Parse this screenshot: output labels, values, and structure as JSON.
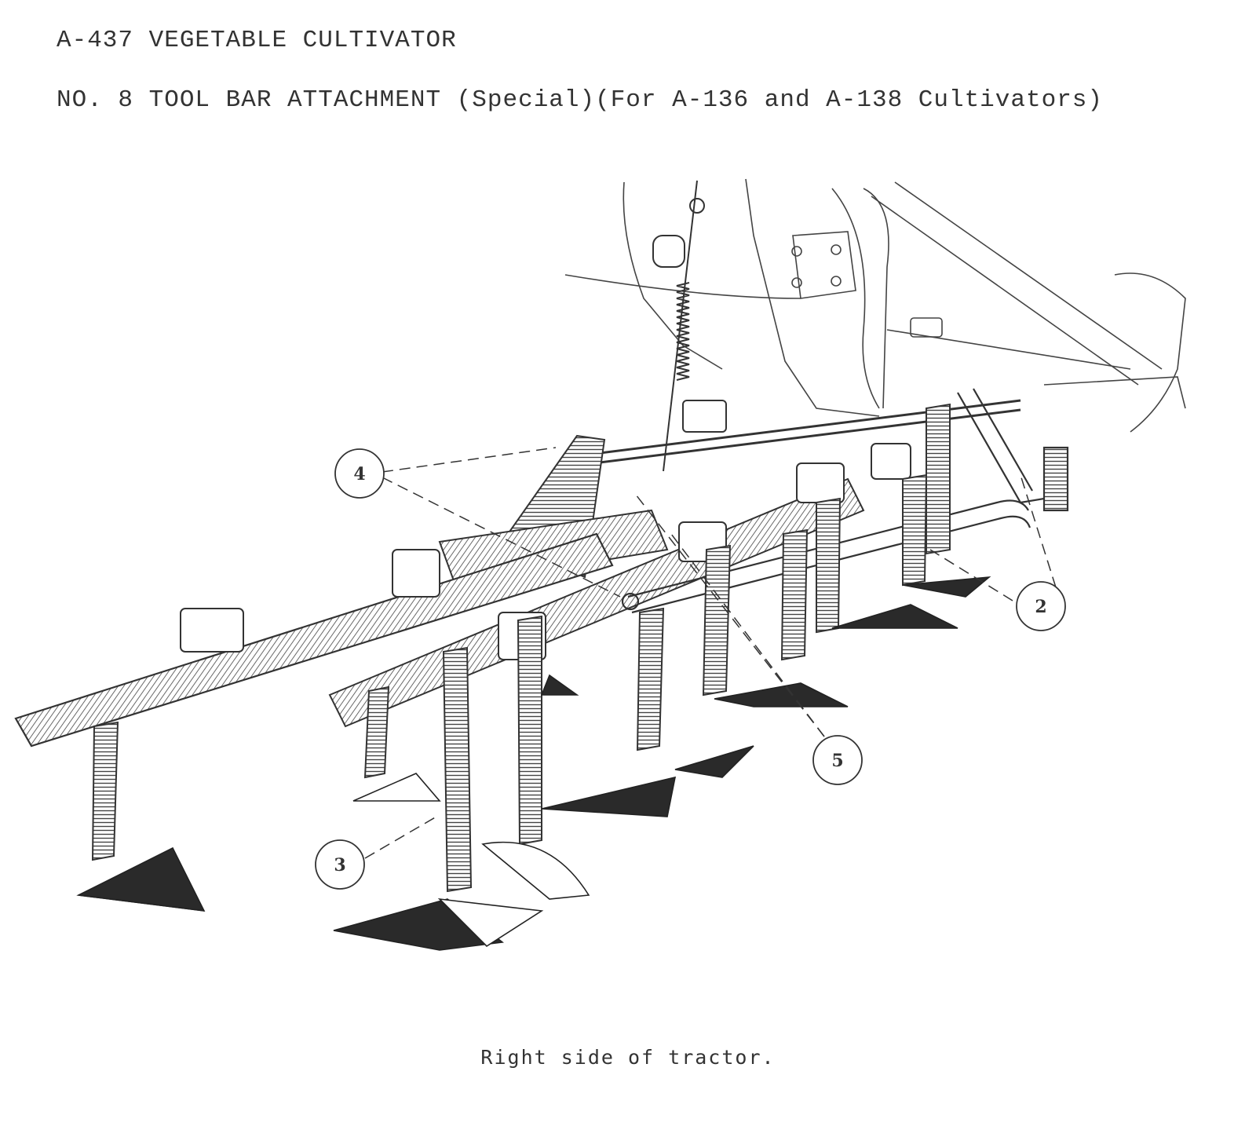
{
  "header": {
    "title": "A-437 VEGETABLE CULTIVATOR",
    "subtitle": "NO. 8 TOOL BAR ATTACHMENT (Special)(For A-136 and A-138 Cultivators)"
  },
  "callouts": [
    "2",
    "3",
    "4",
    "5"
  ],
  "caption": "Right side of tractor."
}
